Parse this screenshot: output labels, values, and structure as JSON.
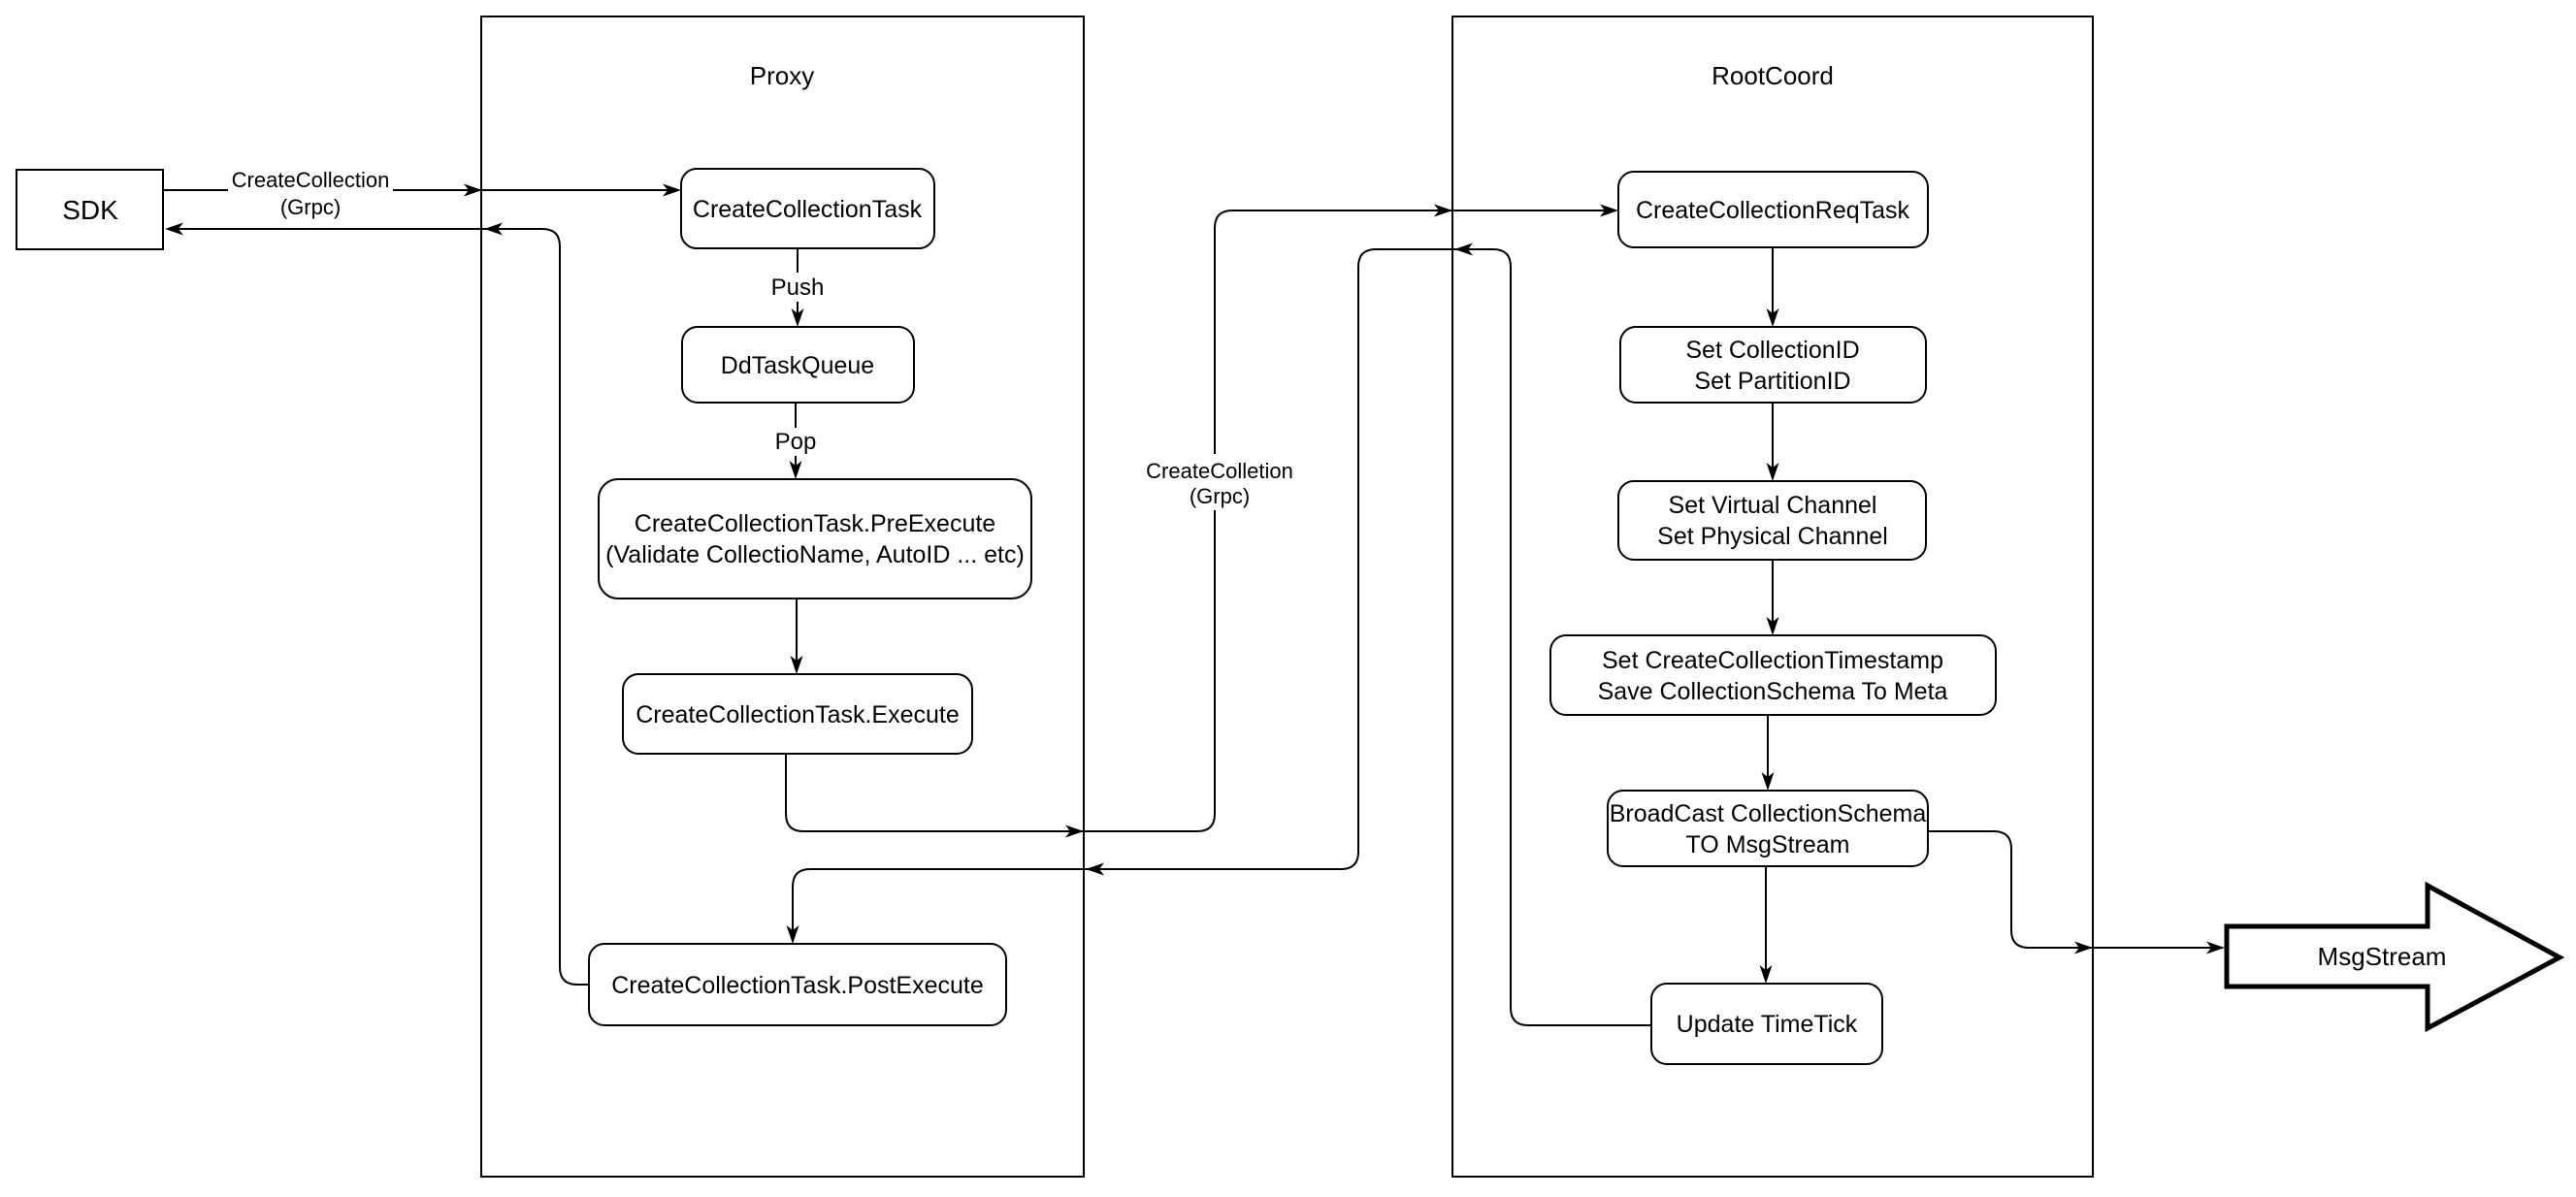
{
  "diagram": {
    "sdk": {
      "label": "SDK"
    },
    "proxy": {
      "title": "Proxy",
      "nodes": {
        "create_collection_task": "CreateCollectionTask",
        "dd_task_queue": "DdTaskQueue",
        "pre_execute_line1": "CreateCollectionTask.PreExecute",
        "pre_execute_line2": "(Validate CollectioName, AutoID ... etc)",
        "execute": "CreateCollectionTask.Execute",
        "post_execute": "CreateCollectionTask.PostExecute"
      }
    },
    "rootcoord": {
      "title": "RootCoord",
      "nodes": {
        "req_task": "CreateCollectionReqTask",
        "set_ids_line1": "Set CollectionID",
        "set_ids_line2": "Set PartitionID",
        "set_channels_line1": "Set Virtual Channel",
        "set_channels_line2": "Set Physical Channel",
        "set_timestamp_line1": "Set CreateCollectionTimestamp",
        "set_timestamp_line2": "Save CollectionSchema To Meta",
        "broadcast_line1": "BroadCast CollectionSchema",
        "broadcast_line2": "TO MsgStream",
        "update_timetick": "Update TimeTick"
      }
    },
    "msgstream": {
      "label": "MsgStream"
    },
    "edge_labels": {
      "sdk_grpc_line1": "CreateCollection",
      "sdk_grpc_line2": "(Grpc)",
      "push": "Push",
      "pop": "Pop",
      "proxy_grpc_line1": "CreateColletion",
      "proxy_grpc_line2": "(Grpc)"
    },
    "colors": {
      "stroke": "#000000",
      "background": "#ffffff"
    }
  }
}
